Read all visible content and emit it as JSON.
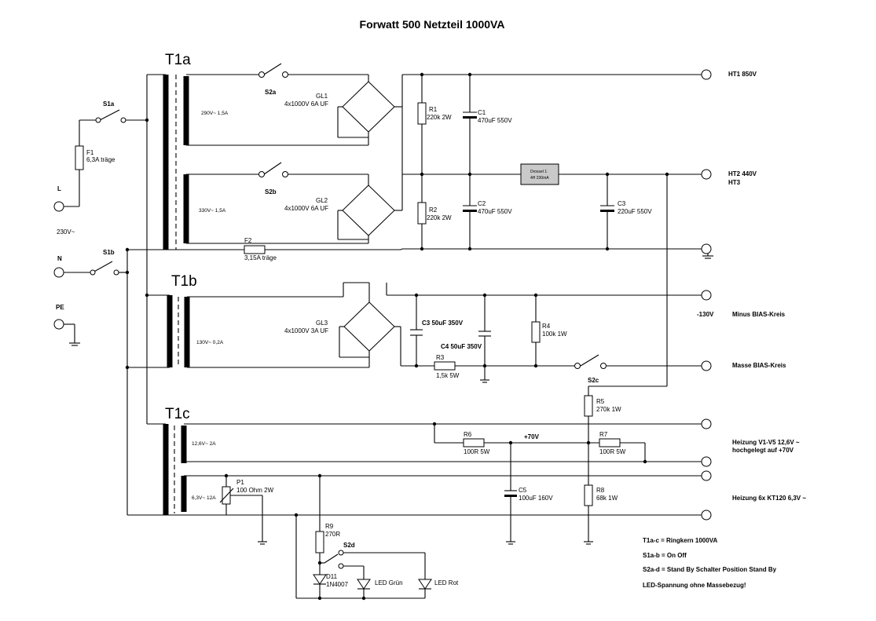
{
  "title": "Forwatt 500 Netzteil 1000VA",
  "transformers": {
    "t1a": "T1a",
    "t1b": "T1b",
    "t1c": "T1c",
    "w290": "290V~ 1,5A",
    "w330": "330V~ 1,5A",
    "w130": "130V~ 0,2A",
    "w126": "12,6V~ 2A",
    "w63": "6,3V~ 12A"
  },
  "mains": {
    "L": "L",
    "N": "N",
    "PE": "PE",
    "v230": "230V~",
    "F1": "F1",
    "F1_val": "6,3A träge",
    "F2": "F2",
    "F2_val": "3,15A träge",
    "S1a": "S1a",
    "S1b": "S1b"
  },
  "switches": {
    "S2a": "S2a",
    "S2b": "S2b",
    "S2c": "S2c",
    "S2d": "S2d"
  },
  "rectifiers": {
    "GL1": "GL1",
    "GL1_val": "4x1000V 6A UF",
    "GL2": "GL2",
    "GL2_val": "4x1000V 6A UF",
    "GL3": "GL3",
    "GL3_val": "4x1000V 3A UF"
  },
  "components": {
    "R1": "R1",
    "R1_val": "220k 2W",
    "R2": "R2",
    "R2_val": "220k 2W",
    "C1": "C1",
    "C1_val": "470uF 550V",
    "C2": "C2",
    "C2_val": "470uF 550V",
    "C3": "C3",
    "C3_val": "220uF 550V",
    "choke_name": "Drossel 1",
    "choke_val": "4H 230mA",
    "C3b": "C3 50uF 350V",
    "C4": "C4 50uF 350V",
    "R3": "R3",
    "R3_val": "1,5k 5W",
    "R4": "R4",
    "R4_val": "100k 1W",
    "R5": "R5",
    "R5_val": "270k 1W",
    "R6": "R6",
    "R6_val": "100R 5W",
    "R7": "R7",
    "R7_val": "100R 5W",
    "R8": "R8",
    "R8_val": "68k 1W",
    "R9": "R9",
    "R9_val": "270R",
    "C5": "C5",
    "C5_val": "100uF 160V",
    "P1": "P1",
    "P1_val": "100 Ohm 2W",
    "D11": "D11",
    "D11_val": "1N4007",
    "LED_gruen": "LED Grün",
    "LED_rot": "LED Rot",
    "v70": "+70V"
  },
  "outputs": {
    "HT1": "HT1 850V",
    "HT2": "HT2 440V",
    "HT3": "HT3",
    "m130": "-130V",
    "minus_bias": "Minus BIAS-Kreis",
    "masse_bias": "Masse BIAS-Kreis",
    "heiz1_a": "Heizung V1-V5 12,6V ~",
    "heiz1_b": "hochgelegt auf +70V",
    "heiz2": "Heizung 6x KT120 6,3V ~"
  },
  "notes": [
    "T1a-c = Ringkern 1000VA",
    "S1a-b = On Off",
    "S2a-d = Stand By Schalter Position Stand By",
    "LED-Spannung ohne Massebezug!"
  ]
}
